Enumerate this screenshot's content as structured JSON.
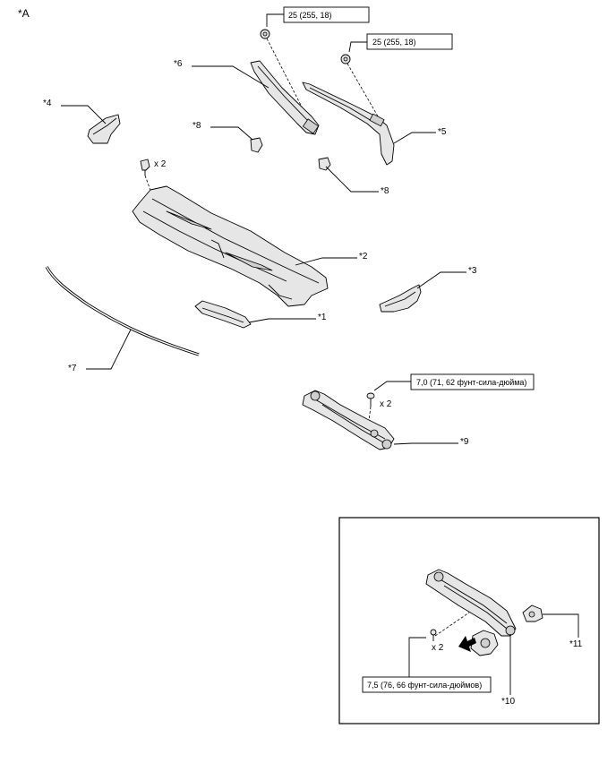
{
  "figure_label": "*A",
  "callouts": {
    "c1": "*1",
    "c2": "*2",
    "c3": "*3",
    "c4": "*4",
    "c5": "*5",
    "c6": "*6",
    "c7": "*7",
    "c8a": "*8",
    "c8b": "*8",
    "c9": "*9",
    "c10": "*10",
    "c11": "*11"
  },
  "torque": {
    "nut_left": "25 (255, 18)",
    "nut_right": "25 (255, 18)",
    "link_bolts": "7,0 (71, 62 фунт-сила-дюйма)",
    "motor_bolts": "7,5 (76, 66 фунт-сила-дюймов)"
  },
  "quantities": {
    "clip": "x 2",
    "link_bolt": "x 2",
    "motor_bolt": "x 2"
  },
  "icons": {
    "arrow": "front-direction-arrow-icon"
  }
}
